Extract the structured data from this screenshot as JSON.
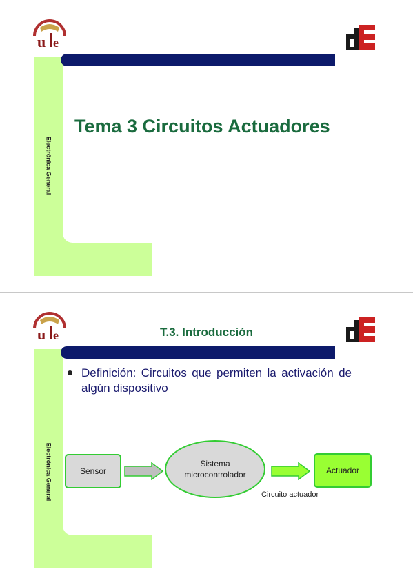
{
  "slide1": {
    "side_label": "Electrónica General",
    "title": "Tema 3 Circuitos Actuadores"
  },
  "slide2": {
    "side_label": "Electrónica General",
    "title": "T.3. Introducción",
    "bullet": "Definición: Circuitos que permiten la activación de algún dispositivo",
    "diagram": {
      "sensor": "Sensor",
      "system_line1": "Sistema",
      "system_line2": "microcontrolador",
      "actuator": "Actuador",
      "caption": "Circuito actuador"
    }
  },
  "colors": {
    "green_band": "#ccff99",
    "navy_bar": "#0d1a6b",
    "title_green": "#1a6b3e",
    "box_gray": "#d9d9d9",
    "box_border": "#33cc33",
    "actuator_fill": "#99ff33"
  },
  "icons": {
    "university_logo": "university-seal-icon",
    "department_logo": "de-logo-icon"
  }
}
